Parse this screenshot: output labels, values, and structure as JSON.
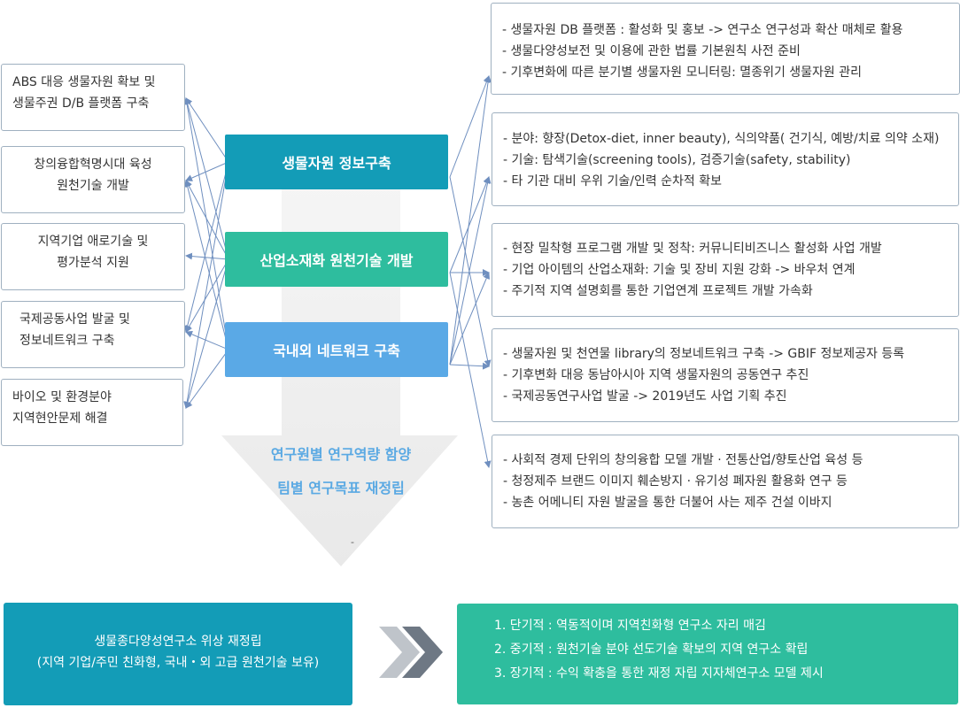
{
  "left_boxes": [
    {
      "text": "ABS 대응 생물자원 확보 및\n생물주권 D/B 플랫폼 구축"
    },
    {
      "text": "창의융합혁명시대 육성\n원천기술 개발"
    },
    {
      "text": "지역기업 애로기술 및\n평가분석 지원"
    },
    {
      "text": "국제공동사업 발굴 및\n정보네트워크 구축"
    },
    {
      "text": "바이오 및 환경분야\n지역현안문제 해결"
    }
  ],
  "center_boxes": [
    {
      "label": "생물자원 정보구축",
      "color": "#139cb7"
    },
    {
      "label": "산업소재화 원천기술 개발",
      "color": "#2ebd9e"
    },
    {
      "label": "국내외 네트워크 구축",
      "color": "#5aa9e6"
    }
  ],
  "arrow_text": {
    "line1": "연구원별 연구역량 함양",
    "line2": "팀별 연구목표 재정립",
    "mark": "-"
  },
  "right_boxes": [
    {
      "lines": [
        "- 생물자원 DB 플랫폼 : 활성화 및 홍보 -> 연구소 연구성과 확산 매체로 활용",
        "- 생물다양성보전 및 이용에 관한 법률 기본원칙 사전 준비",
        "- 기후변화에 따른 분기별 생물자원 모니터링: 멸종위기 생물자원 관리"
      ]
    },
    {
      "lines": [
        " - 분야: 향장(Detox-diet, inner beauty), 식의약품( 건기식, 예방/치료 의약 소재)",
        "- 기술: 탐색기술(screening tools), 검증기술(safety, stability)",
        " - 타 기관 대비 우위 기술/인력 순차적 확보"
      ]
    },
    {
      "lines": [
        " - 현장 밀착형 프로그램 개발 및 정착: 커뮤니티비즈니스 활성화 사업 개발",
        " - 기업 아이템의 산업소재화: 기술 및 장비 지원 강화 -> 바우처 연계",
        " - 주기적 지역 설명회를 통한 기업연계 프로젝트 개발 가속화"
      ]
    },
    {
      "lines": [
        " - 생물자원 및 천연물 library의 정보네트워크 구축 -> GBIF 정보제공자 등록",
        " - 기후변화 대응 동남아시아 지역 생물자원의 공동연구 추진",
        " - 국제공동연구사업 발굴 -> 2019년도 사업 기획 추진"
      ]
    },
    {
      "lines": [
        " - 사회적 경제 단위의 창의융합 모델 개발 · 전통산업/향토산업 육성 등",
        " - 청정제주 브랜드 이미지 훼손방지 · 유기성 폐자원 활용화 연구 등",
        " - 농촌 어메니티 자원 발굴을 통한 더불어 사는 제주 건설 이바지"
      ]
    }
  ],
  "bottom_left": {
    "line1": "생물종다양성연구소 위상 재정립",
    "line2": "(지역 기업/주민 친화형, 국내・외 고급 원천기술 보유)",
    "color": "#139cb7"
  },
  "bottom_right": {
    "lines": [
      "1. 단기적 : 역동적이며 지역친화형 연구소 자리 매김",
      "2. 중기적 : 원천기술 분야 선도기술 확보의 지역 연구소 확립",
      "3. 장기적 : 수익 확충을 통한 재정 자립 지자체연구소 모델 제시"
    ],
    "color": "#2ebd9e"
  },
  "colors": {
    "connector": "#6f8fbf",
    "box_border": "#9fb0c0",
    "chevron": "#7d8793",
    "big_arrow": "#eeeeee"
  }
}
